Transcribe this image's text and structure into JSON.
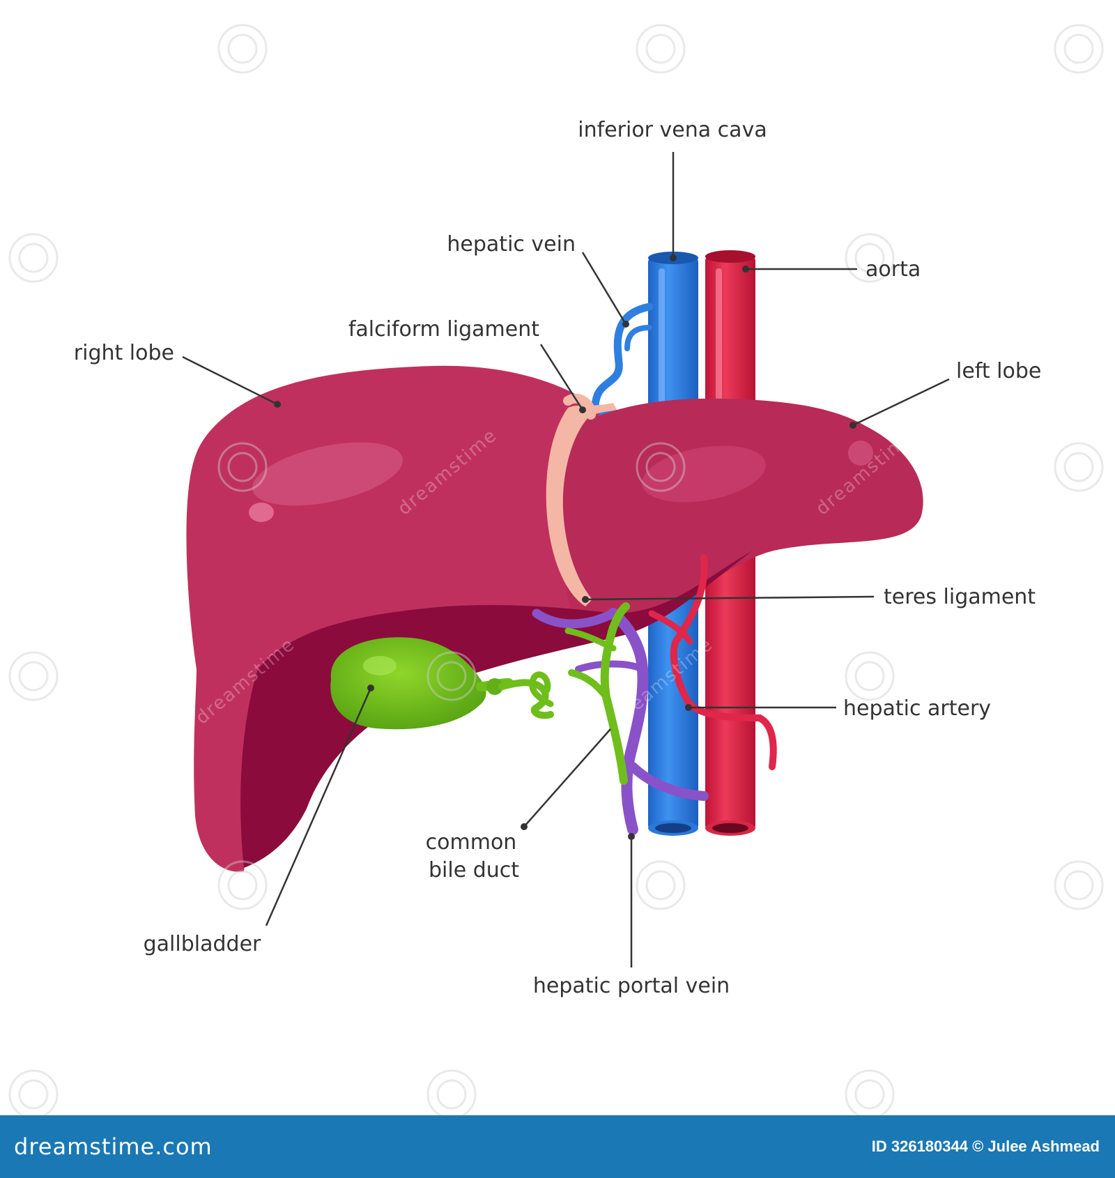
{
  "labels": {
    "inferior_vena_cava": "inferior vena cava",
    "hepatic_vein": "hepatic vein",
    "aorta": "aorta",
    "falciform_ligament": "falciform ligament",
    "right_lobe": "right lobe",
    "left_lobe": "left lobe",
    "teres_ligament": "teres ligament",
    "hepatic_artery": "hepatic artery",
    "common_bile_duct_line1": "common",
    "common_bile_duct_line2": "bile duct",
    "gallbladder": "gallbladder",
    "hepatic_portal_vein": "hepatic portal vein"
  },
  "watermark": {
    "text": "dreamstime"
  },
  "footer": {
    "brand": "dreamstime.com",
    "credit": "ID 326180344 © Julee Ashmead"
  },
  "colors": {
    "liver": "#c0305e",
    "liver_shadow": "#8a0b3c",
    "vein_blue": "#2f7fe0",
    "artery_red": "#e0264a",
    "portal_purple": "#8a52c8",
    "bile_green": "#6fbe1c",
    "ligament_peach": "#f4b7a6",
    "footer_bg": "#1a78b4"
  }
}
